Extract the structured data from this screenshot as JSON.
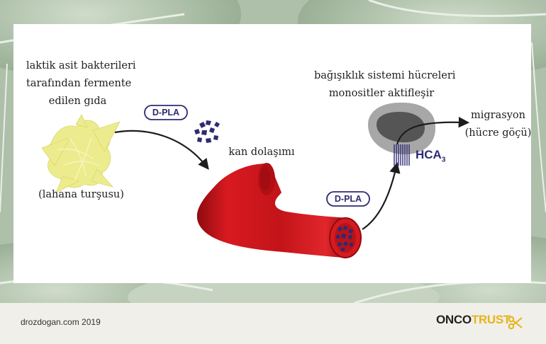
{
  "labels": {
    "food_line1": "laktik asit bakterileri",
    "food_line2": "tarafından fermente",
    "food_line3": "edilen gıda",
    "sauerkraut": "(lahana turşusu)",
    "dpla_1": "D-PLA",
    "dpla_2": "D-PLA",
    "blood": "kan dolaşımı",
    "immune_line1": "bağışıklık sistemi hücreleri",
    "immune_line2": "monositler aktifleşir",
    "hca_main": "HCA",
    "hca_sub": "3",
    "migration": "migrasyon",
    "migration_sub": "(hücre göçü)"
  },
  "footer": {
    "credit": "drozdogan.com 2019",
    "brand_part1": "ONCO",
    "brand_part2": "TRUST"
  },
  "colors": {
    "vessel_red": "#c8141a",
    "dpla_purple": "#2e2a73",
    "food_yellow": "#ecec8e",
    "cell_outer": "#a7a7a7",
    "cell_inner": "#555555",
    "brand_gold": "#e7b31c"
  },
  "icons": [
    "scissors-icon"
  ]
}
